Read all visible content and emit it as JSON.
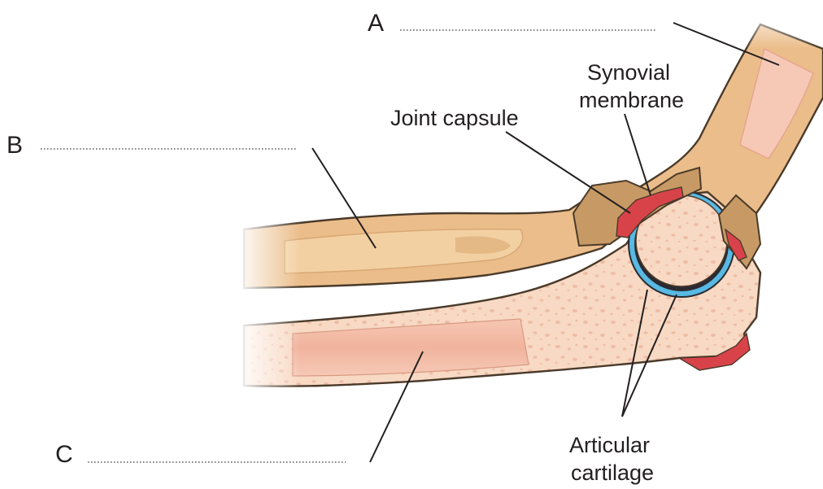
{
  "labels": {
    "a": {
      "letter": "A"
    },
    "b": {
      "letter": "B"
    },
    "c": {
      "letter": "C"
    },
    "joint_capsule": "Joint capsule",
    "synovial_membrane": [
      "Synovial",
      "membrane"
    ],
    "articular_cartilage": [
      "Articular",
      "cartilage"
    ]
  },
  "colors": {
    "bone_fill": "#f8d9c3",
    "bone_cavity": "#eebda6",
    "outer_bone": "#e9b884",
    "outer_bone_light": "#f3cf9f",
    "capsule_brown": "#c79a65",
    "synovial_red": "#d8434a",
    "cartilage_blue": "#58b9e3",
    "joint_dark": "#2a2a30"
  }
}
